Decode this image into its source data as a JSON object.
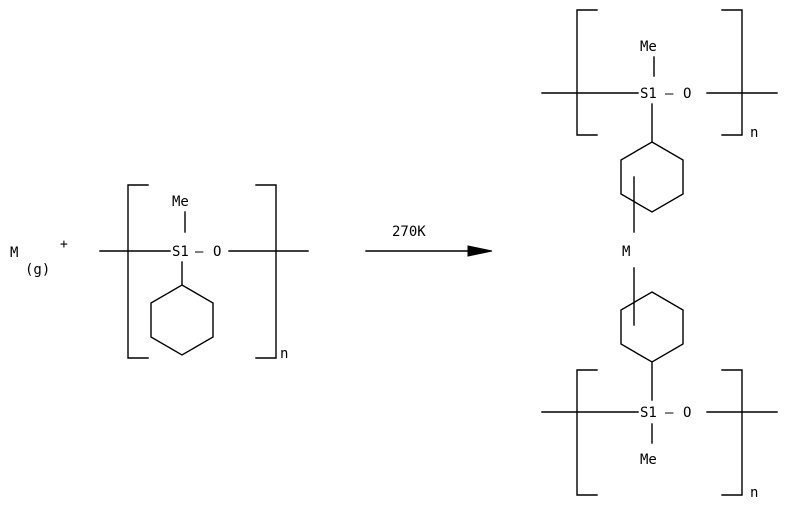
{
  "reactant": {
    "metal_symbol": "M",
    "metal_state": "(g)",
    "plus_sign": "+",
    "methyl_label": "Me",
    "silicon_label": "S1",
    "bond_dash": "–",
    "oxygen_label": "O",
    "repeat_subscript": "n"
  },
  "arrow": {
    "condition_label": "270K"
  },
  "product": {
    "top_unit": {
      "methyl_label": "Me",
      "silicon_label": "S1",
      "bond_dash": "–",
      "oxygen_label": "O",
      "repeat_subscript": "n"
    },
    "metal_center_label": "M",
    "bottom_unit": {
      "methyl_label": "Me",
      "silicon_label": "S1",
      "bond_dash": "–",
      "oxygen_label": "O",
      "repeat_subscript": "n"
    }
  }
}
